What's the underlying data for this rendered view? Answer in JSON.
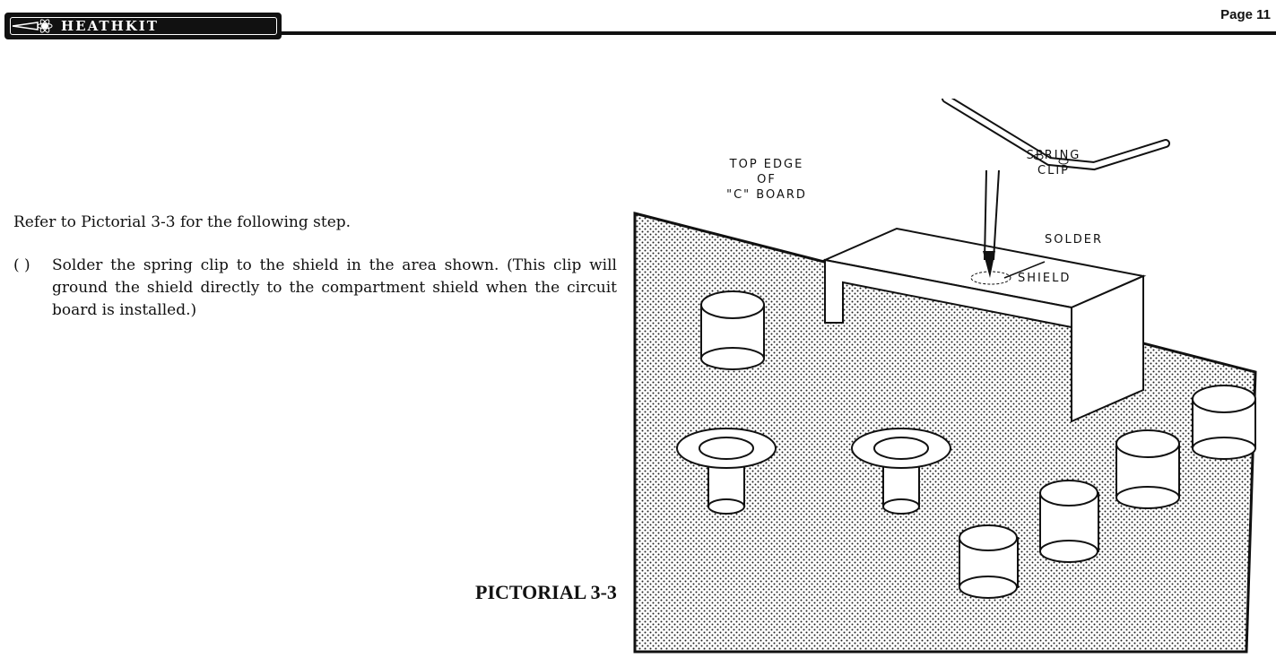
{
  "header": {
    "logo_text": "HEATHKIT",
    "page_label": "Page 11"
  },
  "body": {
    "intro": "Refer to Pictorial 3-3 for the following step.",
    "steps": [
      {
        "checkbox": "( )",
        "text": "Solder the spring clip to the shield in the area shown. (This clip will ground the shield directly to the compartment shield when the circuit board is installed.)"
      }
    ]
  },
  "figure": {
    "caption": "PICTORIAL 3-3",
    "labels": {
      "spring_clip_1": "SPRING",
      "spring_clip_2": "CLIP",
      "top_edge_1": "TOP EDGE",
      "top_edge_2": "OF",
      "top_edge_3": "\"C\" BOARD",
      "solder": "SOLDER",
      "shield": "SHIELD"
    }
  }
}
